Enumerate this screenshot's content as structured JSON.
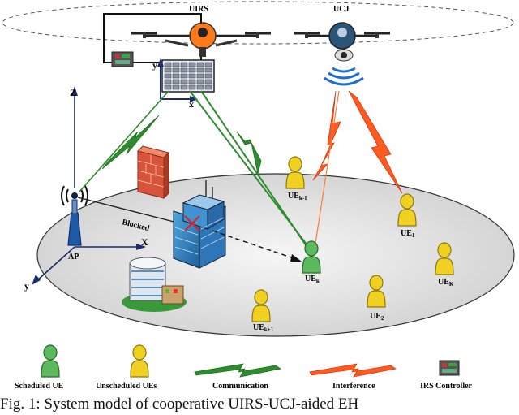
{
  "labels": {
    "uirs": "UIRS",
    "ucj": "UCJ",
    "blocked": "Blocked",
    "ap": "AP",
    "axis_z": "Z",
    "axis_x": "X",
    "axis_y": "y",
    "irs_y": "y",
    "irs_x": "x",
    "ue_k": "UEk",
    "ue_k1": "UEk+1",
    "ue_km1": "UEk-1",
    "ue_1": "UE1",
    "ue_2": "UE2",
    "ue_K": "UEK"
  },
  "legend": {
    "scheduled": "Scheduled UE",
    "unscheduled": "Unscheduled UEs",
    "communication": "Communication",
    "interference": "Interference",
    "irs_controller": "IRS Controller"
  },
  "caption": "Fig. 1: System model of cooperative UIRS-UCJ-aided EH",
  "colors": {
    "communication": "#2e8b2e",
    "interference": "#ff5a1f",
    "scheduled_ue": "#5cb85c",
    "unscheduled_ue": "#f0d020",
    "uirs_drone": "#ff7a1a",
    "ucj_drone": "#2a5478",
    "firewall": "#d9533a"
  }
}
